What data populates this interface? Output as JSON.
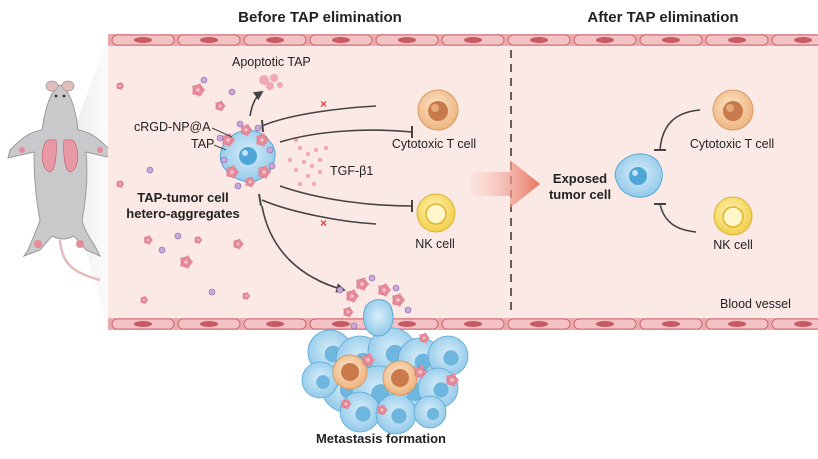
{
  "titles": {
    "before": "Before TAP elimination",
    "after": "After TAP elimination"
  },
  "labels": {
    "apoptotic_tap": "Apoptotic TAP",
    "crgd": "cRGD-NP@A",
    "tap": "TAP",
    "tgf": "TGF-β1",
    "cytotoxic_left": "Cytotoxic T cell",
    "nk_left": "NK cell",
    "aggregate_line1": "TAP-tumor cell",
    "aggregate_line2": "hetero-aggregates",
    "exposed_line1": "Exposed",
    "exposed_line2": "tumor cell",
    "cytotoxic_right": "Cytotoxic T cell",
    "nk_right": "NK cell",
    "blood_vessel": "Blood vessel",
    "metastasis": "Metastasis formation"
  },
  "colors": {
    "vessel_fill": "#fbe9e6",
    "vessel_wall": "#d98a8e",
    "vessel_wall_cell": "#c75a63",
    "tumor_cell": "#a9d6ef",
    "tumor_nucleus": "#4ea6d6",
    "platelet": "#e58b9a",
    "t_cell": "#f3c79c",
    "t_nucleus": "#c97a4a",
    "nk_cell": "#f7e07a",
    "nk_nucleus": "#e0b22c",
    "arrow_red": "#e8735e",
    "inhibit_x": "#e0463a",
    "line": "#444444"
  }
}
